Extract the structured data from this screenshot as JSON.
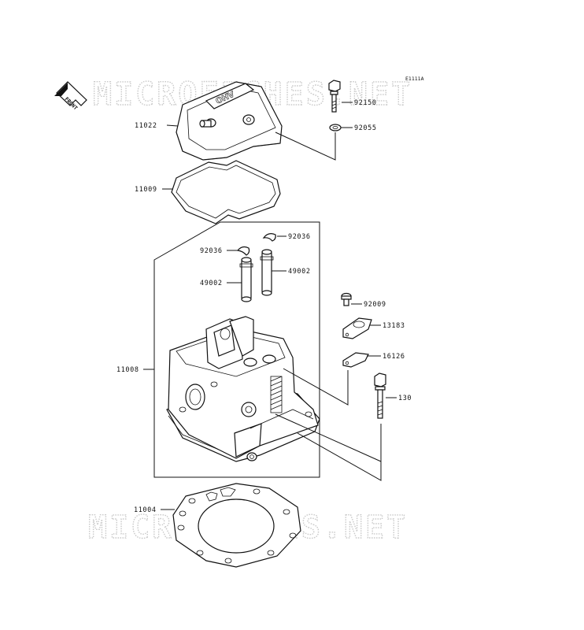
{
  "diagram_code": "E1111A",
  "front_label": "FRONT",
  "watermarks": [
    "MICROFICHES.NET",
    "MICROFICHES.NET"
  ],
  "cover_emblem": "OHV",
  "callouts": {
    "p92150": "92150",
    "p92055": "92055",
    "p11022": "11022",
    "p11009": "11009",
    "p92036a": "92036",
    "p92036b": "92036",
    "p49002a": "49002",
    "p49002b": "49002",
    "p92009": "92009",
    "p13183": "13183",
    "p16126": "16126",
    "p11008": "11008",
    "p130": "130",
    "p11004": "11004"
  }
}
